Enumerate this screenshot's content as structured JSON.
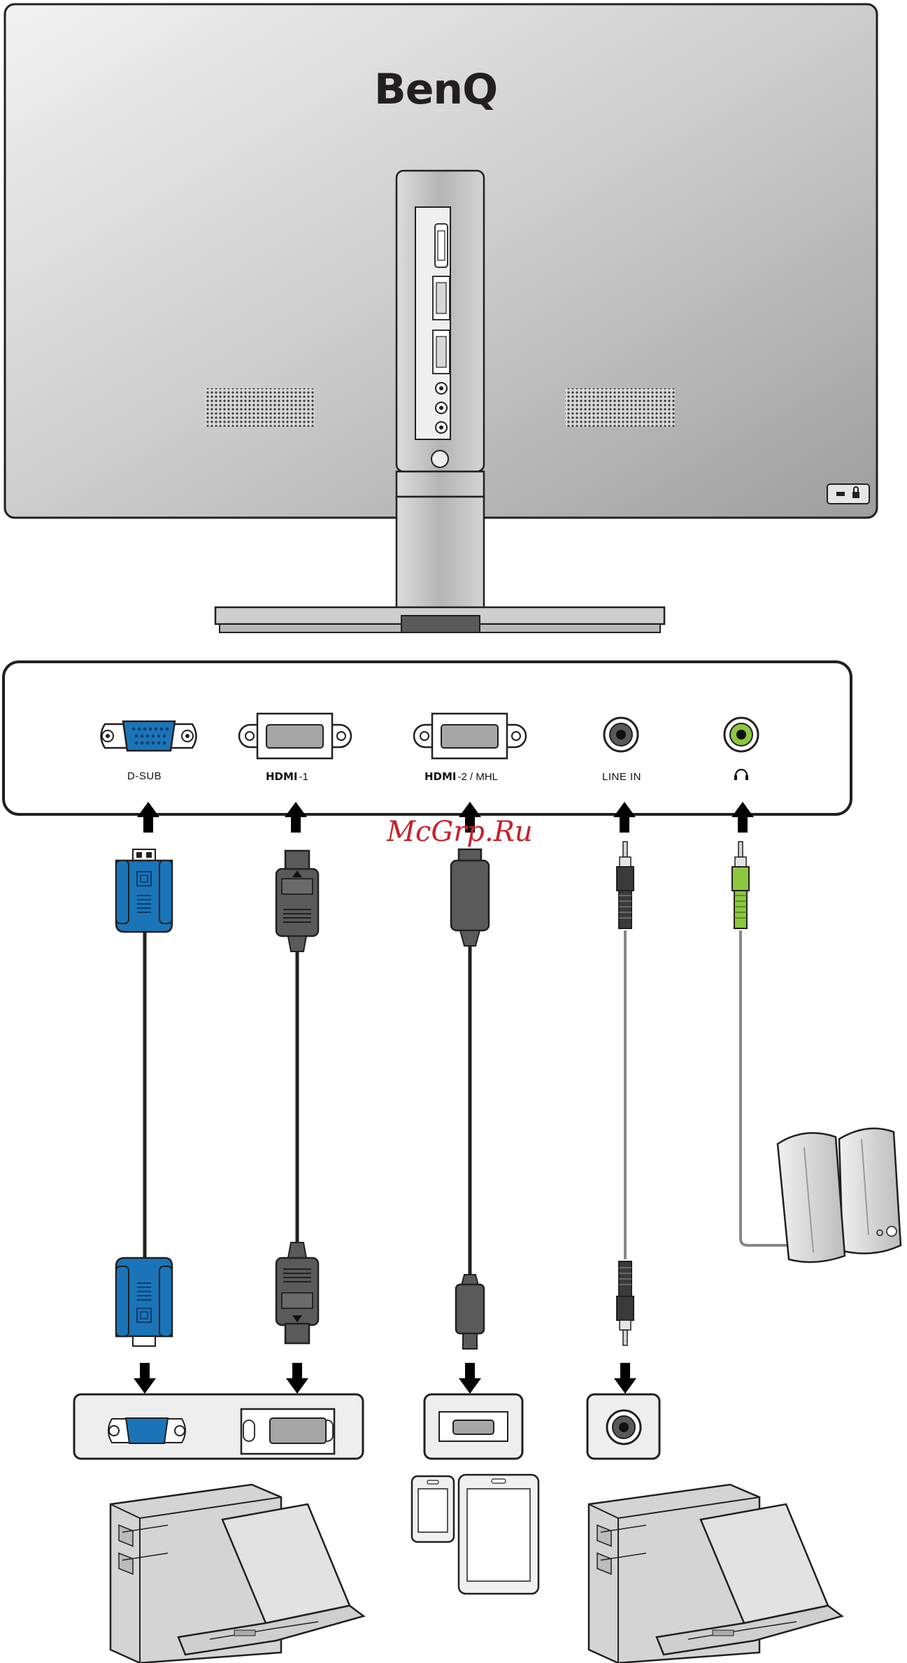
{
  "brand": {
    "logo_text": "BenQ"
  },
  "watermark": {
    "text": "McGrp.Ru"
  },
  "rear_panel": {
    "ports": [
      {
        "id": "dsub",
        "label": "D-SUB"
      },
      {
        "id": "hdmi1",
        "label_logo": "HDMI",
        "label_suffix": "-1"
      },
      {
        "id": "hdmi2",
        "label_logo": "HDMI",
        "label_suffix": "-2 / MHL"
      },
      {
        "id": "linein",
        "label": "LINE IN"
      },
      {
        "id": "headphone",
        "label": "headphone-icon"
      }
    ]
  },
  "colors": {
    "vga_blue": "#1a75b8",
    "hdmi_gray": "#5a5a5a",
    "audio_green": "#8dc63f",
    "arrow": "#000000",
    "panel_border": "#231f20"
  },
  "icons": {
    "arrow": "arrow-up-icon",
    "arrow_down": "arrow-down-icon",
    "lock": "kensington-lock-icon"
  }
}
